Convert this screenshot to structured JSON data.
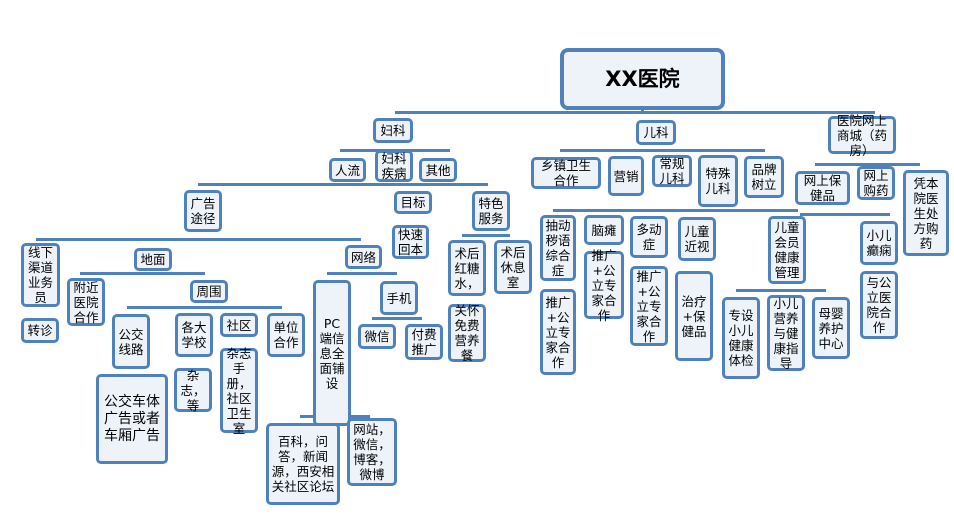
{
  "title": "XX医院",
  "nodes": {
    "fuke": "妇科",
    "erke": "儿科",
    "shangcheng": "医院网上商城（药房）",
    "renliu": "人流",
    "fukejibing": "妇科疾病",
    "qita": "其他",
    "guanggao": "广告途径",
    "mubiao": "目标",
    "kuaisu": "快速回本",
    "tese": "特色服务",
    "xianxia": "线下渠道业务员",
    "zhuanzhen": "转诊",
    "dimian": "地面",
    "fujin": "附近医院合作",
    "zhouwei": "周围",
    "gongjiao": "公交线路",
    "gongjiao_ad": "公交车体广告或者车厢广告",
    "xuexiao": "各大学校",
    "zazhi": "杂志，等",
    "shequ": "社区",
    "shequ_detail": "杂志手册，社区卫生室",
    "danwei": "单位合作",
    "wangluo": "网络",
    "pc": "PC端信息全面铺设",
    "shouji": "手机",
    "weixin": "微信",
    "fufei": "付费推广",
    "baike": "百科，问答，新闻源，西安相关社区论坛",
    "wangzhan": "网站，微信，博客，微博",
    "hongtang": "术后红糖水，",
    "xiuxi": "术后休息室",
    "guanhuai": "关怀免费营养餐",
    "xiangzhen": "乡镇卫生合作",
    "yingxiao": "营销",
    "changgui": "常规儿科",
    "teshu": "特殊儿科",
    "pinpai": "品牌树立",
    "baojian": "网上保健品",
    "gouyao": "网上购药",
    "pingben": "凭本院医生处方购药",
    "chouodng": "抽动秽语综合症",
    "tuiguang1": "推广+公立专家合作",
    "naotan": "脑瘫",
    "tuiguang2": "推广+公立专家合作",
    "duodong": "多动症",
    "tuiguang3": "推广+公立专家合作",
    "jinshi": "儿童近视",
    "zhiliao": "治疗+保健品",
    "huiyuan": "儿童会员健康管理",
    "tijian": "专设小儿健康体检",
    "yingyang": "小儿营养与健康指导",
    "muying": "母婴养护中心",
    "dianxian": "小儿癫痫",
    "gongli": "与公立医院合作"
  }
}
